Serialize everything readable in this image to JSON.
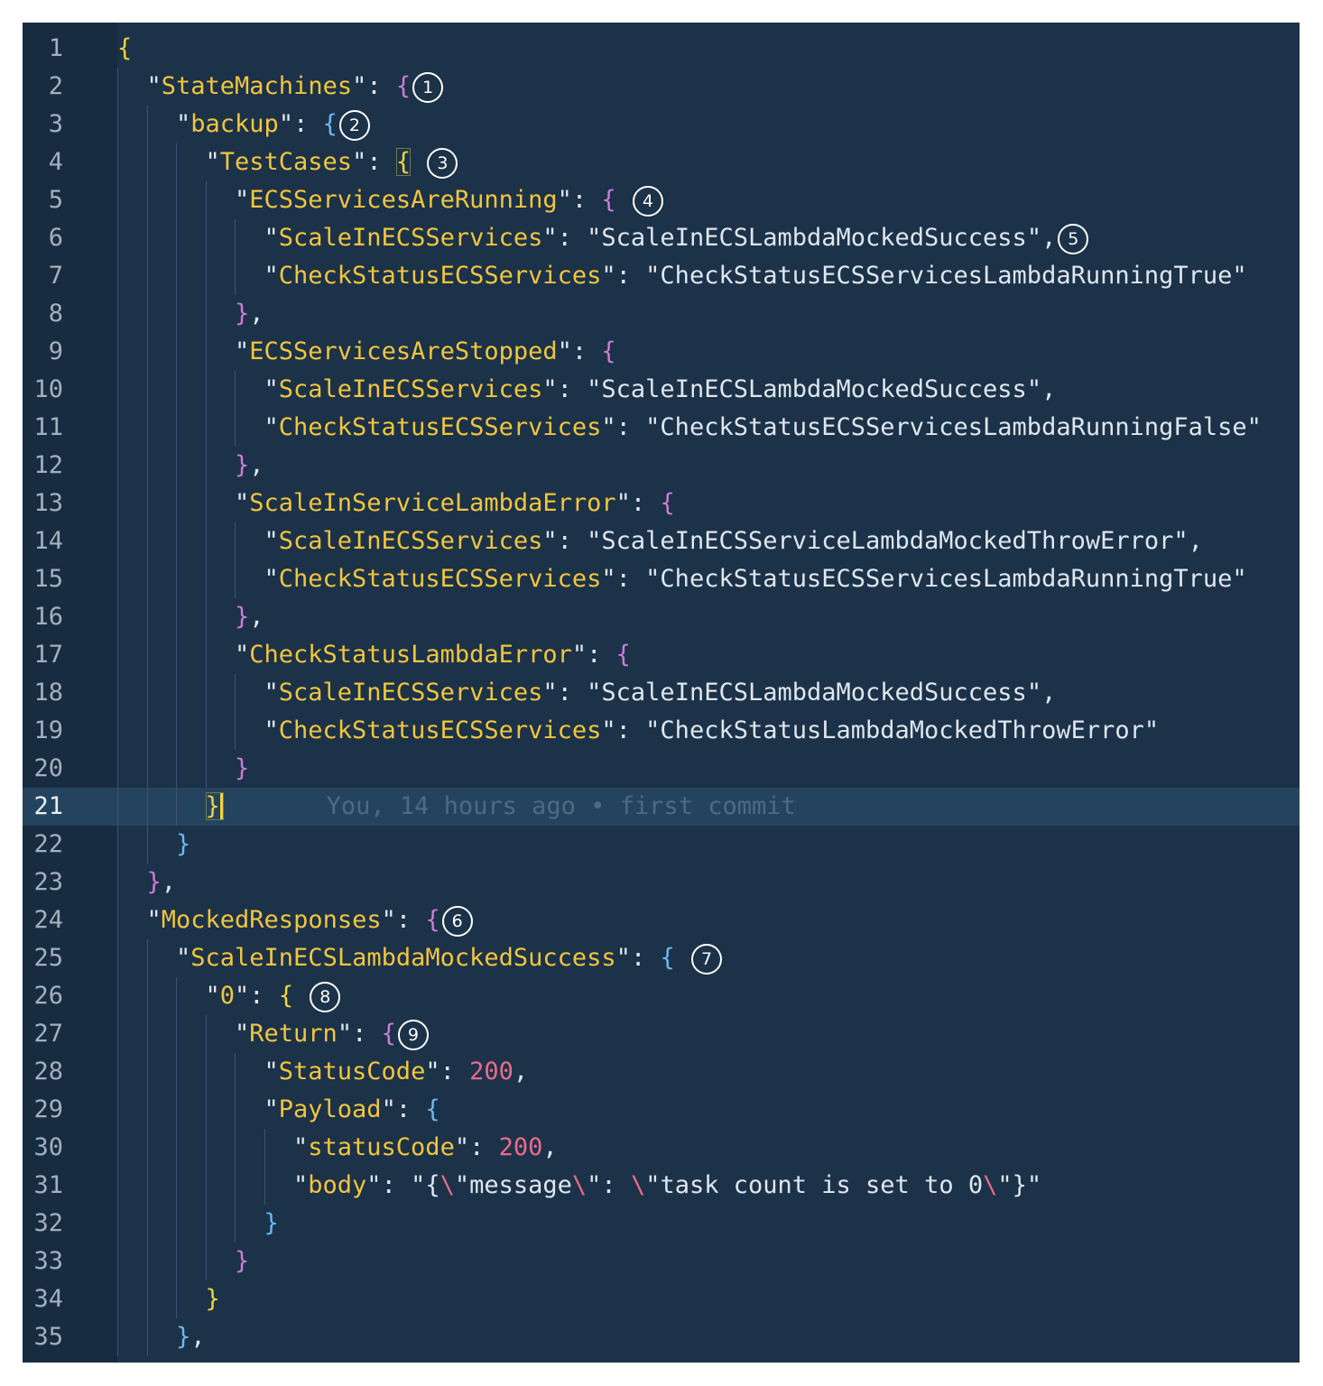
{
  "colors": {
    "background": "#1b3249",
    "key": "#f2c53d",
    "number": "#ec6a8a",
    "brace_yellow": "#f2d23c",
    "brace_purple": "#d07ad4",
    "brace_blue": "#6cb8ef"
  },
  "active_line": 21,
  "blame": "You, 14 hours ago • first commit",
  "lines": [
    {
      "indent": 0,
      "tokens": [
        [
          "by",
          "{"
        ]
      ]
    },
    {
      "indent": 1,
      "tokens": [
        [
          "k",
          "StateMachines"
        ],
        [
          "q",
          ": "
        ],
        [
          "bp",
          "{"
        ],
        [
          "badge",
          "1"
        ]
      ]
    },
    {
      "indent": 2,
      "tokens": [
        [
          "k",
          "backup"
        ],
        [
          "q",
          ": "
        ],
        [
          "bb",
          "{"
        ],
        [
          "badge",
          "2"
        ]
      ]
    },
    {
      "indent": 3,
      "tokens": [
        [
          "k",
          "TestCases"
        ],
        [
          "q",
          ": "
        ],
        [
          "byx",
          "{"
        ],
        [
          "q",
          " "
        ],
        [
          "badge",
          "3"
        ]
      ]
    },
    {
      "indent": 4,
      "tokens": [
        [
          "k",
          "ECSServicesAreRunning"
        ],
        [
          "q",
          ": "
        ],
        [
          "bp",
          "{"
        ],
        [
          "q",
          " "
        ],
        [
          "badge",
          "4"
        ]
      ]
    },
    {
      "indent": 5,
      "tokens": [
        [
          "k",
          "ScaleInECSServices"
        ],
        [
          "q",
          ": "
        ],
        [
          "s",
          "\"ScaleInECSLambdaMockedSuccess\""
        ],
        [
          "q",
          ","
        ],
        [
          "badge",
          "5"
        ]
      ]
    },
    {
      "indent": 5,
      "tokens": [
        [
          "k",
          "CheckStatusECSServices"
        ],
        [
          "q",
          ": "
        ],
        [
          "s",
          "\"CheckStatusECSServicesLambdaRunningTrue\""
        ]
      ]
    },
    {
      "indent": 4,
      "tokens": [
        [
          "bp",
          "}"
        ],
        [
          "q",
          ","
        ]
      ]
    },
    {
      "indent": 4,
      "tokens": [
        [
          "k",
          "ECSServicesAreStopped"
        ],
        [
          "q",
          ": "
        ],
        [
          "bp",
          "{"
        ]
      ]
    },
    {
      "indent": 5,
      "tokens": [
        [
          "k",
          "ScaleInECSServices"
        ],
        [
          "q",
          ": "
        ],
        [
          "s",
          "\"ScaleInECSLambdaMockedSuccess\""
        ],
        [
          "q",
          ","
        ]
      ]
    },
    {
      "indent": 5,
      "tokens": [
        [
          "k",
          "CheckStatusECSServices"
        ],
        [
          "q",
          ": "
        ],
        [
          "s",
          "\"CheckStatusECSServicesLambdaRunningFalse\""
        ]
      ]
    },
    {
      "indent": 4,
      "tokens": [
        [
          "bp",
          "}"
        ],
        [
          "q",
          ","
        ]
      ]
    },
    {
      "indent": 4,
      "tokens": [
        [
          "k",
          "ScaleInServiceLambdaError"
        ],
        [
          "q",
          ": "
        ],
        [
          "bp",
          "{"
        ]
      ]
    },
    {
      "indent": 5,
      "tokens": [
        [
          "k",
          "ScaleInECSServices"
        ],
        [
          "q",
          ": "
        ],
        [
          "s",
          "\"ScaleInECSServiceLambdaMockedThrowError\""
        ],
        [
          "q",
          ","
        ]
      ]
    },
    {
      "indent": 5,
      "tokens": [
        [
          "k",
          "CheckStatusECSServices"
        ],
        [
          "q",
          ": "
        ],
        [
          "s",
          "\"CheckStatusECSServicesLambdaRunningTrue\""
        ]
      ]
    },
    {
      "indent": 4,
      "tokens": [
        [
          "bp",
          "}"
        ],
        [
          "q",
          ","
        ]
      ]
    },
    {
      "indent": 4,
      "tokens": [
        [
          "k",
          "CheckStatusLambdaError"
        ],
        [
          "q",
          ": "
        ],
        [
          "bp",
          "{"
        ]
      ]
    },
    {
      "indent": 5,
      "tokens": [
        [
          "k",
          "ScaleInECSServices"
        ],
        [
          "q",
          ": "
        ],
        [
          "s",
          "\"ScaleInECSLambdaMockedSuccess\""
        ],
        [
          "q",
          ","
        ]
      ]
    },
    {
      "indent": 5,
      "tokens": [
        [
          "k",
          "CheckStatusECSServices"
        ],
        [
          "q",
          ": "
        ],
        [
          "s",
          "\"CheckStatusLambdaMockedThrowError\""
        ]
      ]
    },
    {
      "indent": 4,
      "tokens": [
        [
          "bp",
          "}"
        ]
      ]
    },
    {
      "indent": 3,
      "tokens": [
        [
          "byc",
          "}"
        ],
        [
          "q",
          "       "
        ],
        [
          "blame",
          "You, 14 hours ago • first commit"
        ]
      ]
    },
    {
      "indent": 2,
      "tokens": [
        [
          "bb",
          "}"
        ]
      ]
    },
    {
      "indent": 1,
      "tokens": [
        [
          "bp",
          "}"
        ],
        [
          "q",
          ","
        ]
      ]
    },
    {
      "indent": 1,
      "tokens": [
        [
          "k",
          "MockedResponses"
        ],
        [
          "q",
          ": "
        ],
        [
          "bp",
          "{"
        ],
        [
          "badge",
          "6"
        ]
      ]
    },
    {
      "indent": 2,
      "tokens": [
        [
          "k",
          "ScaleInECSLambdaMockedSuccess"
        ],
        [
          "q",
          ": "
        ],
        [
          "bb",
          "{"
        ],
        [
          "q",
          " "
        ],
        [
          "badge",
          "7"
        ]
      ]
    },
    {
      "indent": 3,
      "tokens": [
        [
          "k",
          "0"
        ],
        [
          "q",
          ": "
        ],
        [
          "by",
          "{"
        ],
        [
          "q",
          " "
        ],
        [
          "badge",
          "8"
        ]
      ]
    },
    {
      "indent": 4,
      "tokens": [
        [
          "k",
          "Return"
        ],
        [
          "q",
          ": "
        ],
        [
          "bp",
          "{"
        ],
        [
          "badge",
          "9"
        ]
      ]
    },
    {
      "indent": 5,
      "tokens": [
        [
          "k",
          "StatusCode"
        ],
        [
          "q",
          ": "
        ],
        [
          "n",
          "200"
        ],
        [
          "q",
          ","
        ]
      ]
    },
    {
      "indent": 5,
      "tokens": [
        [
          "k",
          "Payload"
        ],
        [
          "q",
          ": "
        ],
        [
          "bb",
          "{"
        ]
      ]
    },
    {
      "indent": 6,
      "tokens": [
        [
          "k",
          "statusCode"
        ],
        [
          "q",
          ": "
        ],
        [
          "n",
          "200"
        ],
        [
          "q",
          ","
        ]
      ]
    },
    {
      "indent": 6,
      "tokens": [
        [
          "k",
          "body"
        ],
        [
          "q",
          ": "
        ],
        [
          "s",
          "\"{"
        ],
        [
          "e",
          "\\"
        ],
        [
          "s",
          "\"message"
        ],
        [
          "e",
          "\\"
        ],
        [
          "s",
          "\": "
        ],
        [
          "e",
          "\\"
        ],
        [
          "s",
          "\"task count is set to 0"
        ],
        [
          "e",
          "\\"
        ],
        [
          "s",
          "\"}\""
        ]
      ]
    },
    {
      "indent": 5,
      "tokens": [
        [
          "bb",
          "}"
        ]
      ]
    },
    {
      "indent": 4,
      "tokens": [
        [
          "bp",
          "}"
        ]
      ]
    },
    {
      "indent": 3,
      "tokens": [
        [
          "by",
          "}"
        ]
      ]
    },
    {
      "indent": 2,
      "tokens": [
        [
          "bb",
          "}"
        ],
        [
          "q",
          ","
        ]
      ]
    }
  ]
}
